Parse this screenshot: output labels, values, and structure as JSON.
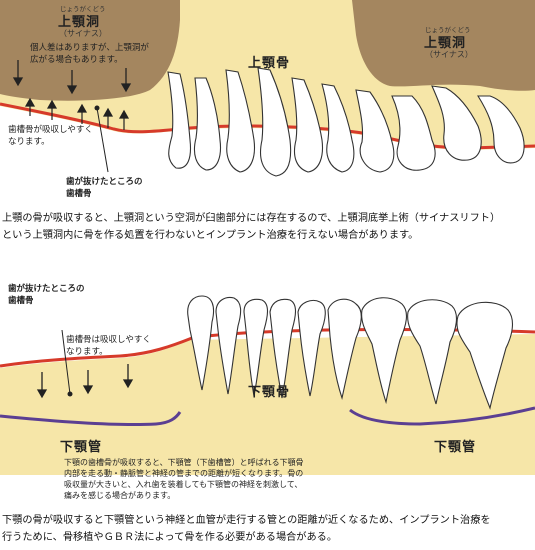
{
  "upper": {
    "sinus_left": {
      "ruby": "じょうがくどう",
      "title": "上顎洞",
      "sub": "（サイナス）"
    },
    "sinus_right": {
      "ruby": "じょうがくどう",
      "title": "上顎洞",
      "sub": "（サイナス）"
    },
    "sinus_note": [
      "個人差はありますが、上顎洞が",
      "広がる場合もあります。"
    ],
    "bone_label": "上顎骨",
    "resorb_note": [
      "歯槽骨が吸収しやすく",
      "なります。"
    ],
    "extraction_label": [
      "歯が抜けたところの",
      "歯槽骨"
    ],
    "caption": [
      "上顎の骨が吸収すると、上顎洞という空洞が臼歯部分には存在するので、上顎洞底挙上術（サイナスリフト）",
      "という上顎洞内に骨を作る処置を行わないとインプラント治療を行えない場合があります。"
    ]
  },
  "lower": {
    "extraction_label": [
      "歯が抜けたところの",
      "歯槽骨"
    ],
    "resorb_note": [
      "歯槽骨は吸収しやすく",
      "なります。"
    ],
    "bone_label": "下顎骨",
    "canal_left": "下顎管",
    "canal_right": "下顎管",
    "canal_note": [
      "下顎の歯槽骨が吸収すると、下顎管（下歯槽管）と呼ばれる下顎骨",
      "内部を走る動・静脈管と神経の管までの距離が短くなります。骨の",
      "吸収量が大きいと、入れ歯を装着しても下顎管の神経を刺激して、",
      "痛みを感じる場合があります。"
    ],
    "caption": [
      "下顎の骨が吸収すると下顎管という神経と血管が走行する管との距離が近くなるため、インプラント治療を",
      "行うために、骨移植やＧＢＲ法によって骨を作る必要がある場合がある。"
    ]
  },
  "colors": {
    "bone": "#f6e6a8",
    "gum": "#d63a2a",
    "sinus": "#a4865f",
    "canal": "#5b3f92",
    "tooth_outline": "#333333"
  }
}
